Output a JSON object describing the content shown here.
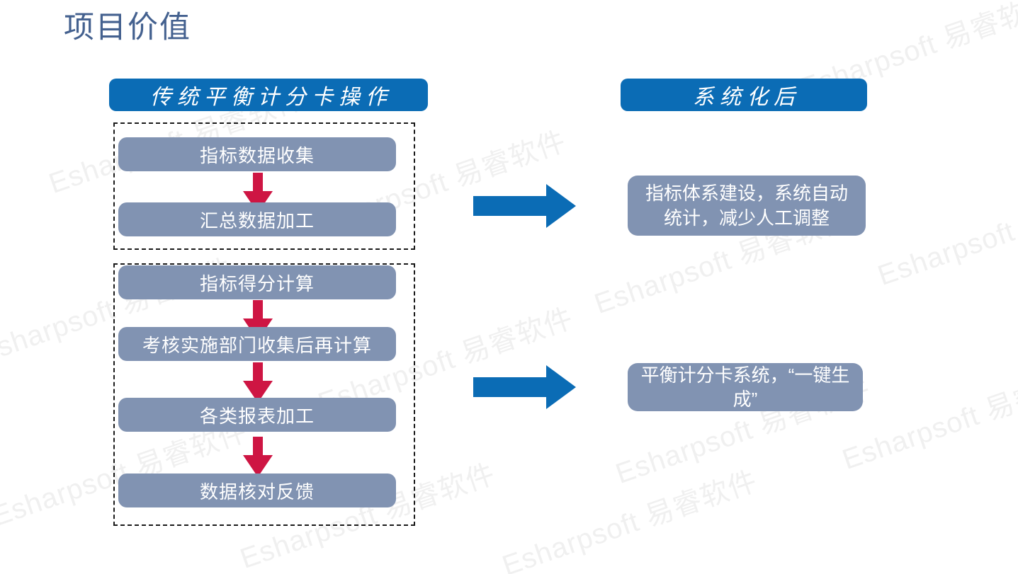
{
  "page": {
    "title": "项目价值",
    "background_color": "#ffffff",
    "title_color": "#44618f"
  },
  "watermark": {
    "text": "Esharpsoft 易睿软件",
    "color": "#f0f0f0",
    "rotation_deg": -19
  },
  "colors": {
    "header_blue": "#0b6cb5",
    "box_steel_blue": "#8193b2",
    "arrow_red": "#ce1543",
    "arrow_blue": "#0b6cb5",
    "dashed_border": "#1a1a1a"
  },
  "columns": {
    "left": {
      "header": "传统平衡计分卡操作",
      "groups": [
        {
          "name": "data-collection-group",
          "steps": [
            "指标数据收集",
            "汇总数据加工"
          ]
        },
        {
          "name": "scoring-reporting-group",
          "steps": [
            "指标得分计算",
            "考核实施部门收集后再计算",
            "各类报表加工",
            "数据核对反馈"
          ]
        }
      ]
    },
    "right": {
      "header": "系统化后",
      "outcomes": [
        "指标体系建设，系统自动统计，减少人工调整",
        "平衡计分卡系统，“一键生成”"
      ]
    }
  },
  "icons": {
    "down_arrow": "arrow-down-icon",
    "right_arrow": "arrow-right-icon"
  }
}
